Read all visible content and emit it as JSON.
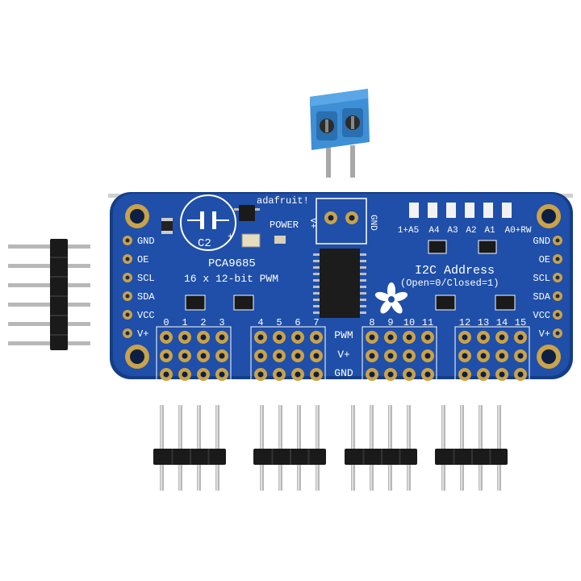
{
  "board": {
    "brand": "adafruit!",
    "chip_name": "PCA9685",
    "chip_desc": "16 x 12-bit PWM",
    "power_label": "POWER",
    "vplus_label": "V+",
    "gnd_label": "GND",
    "cap_label": "C2",
    "plus_sign": "+",
    "i2c_title": "I2C Address",
    "i2c_sub": "(Open=0/Closed=1)",
    "addr_labels": [
      "1+A5",
      "A4",
      "A3",
      "A2",
      "A1",
      "A0+RW"
    ],
    "left_pins": [
      "GND",
      "OE",
      "SCL",
      "SDA",
      "VCC",
      "V+"
    ],
    "right_pins": [
      "GND",
      "OE",
      "SCL",
      "SDA",
      "VCC",
      "V+"
    ],
    "channel_numbers": [
      "0",
      "1",
      "2",
      "3",
      "4",
      "5",
      "6",
      "7",
      "8",
      "9",
      "10",
      "11",
      "12",
      "13",
      "14",
      "15"
    ],
    "row_labels": [
      "PWM",
      "V+",
      "GND"
    ]
  },
  "colors": {
    "pcb": "#1f4fa8",
    "pcb_edge": "#163d85",
    "gold": "#c9a24a",
    "terminal": "#3d8fd6",
    "header_plastic": "#1a1a1a",
    "pin_metal": "#b8b8b8"
  },
  "icons": {
    "logo": "adafruit-flower-icon",
    "terminal": "screw-terminal-icon",
    "header": "pin-header-icon"
  }
}
